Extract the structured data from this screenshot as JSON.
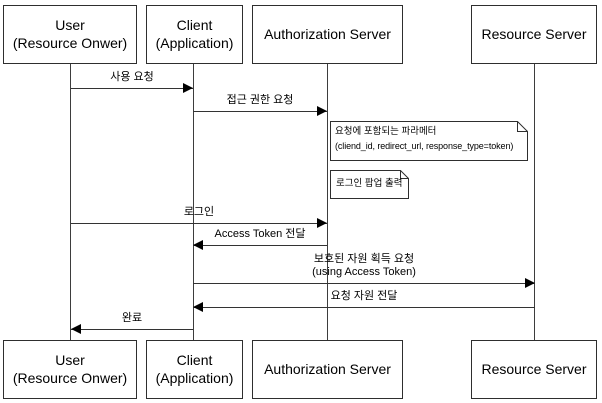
{
  "diagram_type": "uml-sequence",
  "actors": [
    {
      "line1": "User",
      "line2": "(Resource Onwer)"
    },
    {
      "line1": "Client",
      "line2": "(Application)"
    },
    {
      "line1": "Authorization Server"
    },
    {
      "line1": "Resource Server"
    }
  ],
  "messages": [
    {
      "label": "사용 요청",
      "from": "User (Resource Onwer)",
      "to": "Client (Application)",
      "direction": "right"
    },
    {
      "label": "접근 권한 요청",
      "from": "Client (Application)",
      "to": "Authorization Server",
      "direction": "right"
    },
    {
      "label": "로그인",
      "from": "User (Resource Onwer)",
      "to": "Authorization Server",
      "direction": "right"
    },
    {
      "label": "Access Token 전달",
      "from": "Authorization Server",
      "to": "Client (Application)",
      "direction": "left"
    },
    {
      "label": "보호된 자원 획득 요청",
      "label2": "(using Access Token)",
      "from": "Client (Application)",
      "to": "Resource Server",
      "direction": "right"
    },
    {
      "label": "요청 자원 전달",
      "from": "Resource Server",
      "to": "Client (Application)",
      "direction": "left"
    },
    {
      "label": "완료",
      "from": "Client (Application)",
      "to": "User (Resource Onwer)",
      "direction": "left"
    }
  ],
  "notes": [
    {
      "line1": "요청에 포함되는 파라메터",
      "line2": "(cliend_id, redirect_url, response_type=token)"
    },
    {
      "line1": "로그인 팝업 출력"
    }
  ],
  "colors": {
    "background": "#ffffff",
    "box_border": "#2e2e2e",
    "line": "#333333",
    "arrowhead": "#000000",
    "text": "#000000"
  }
}
